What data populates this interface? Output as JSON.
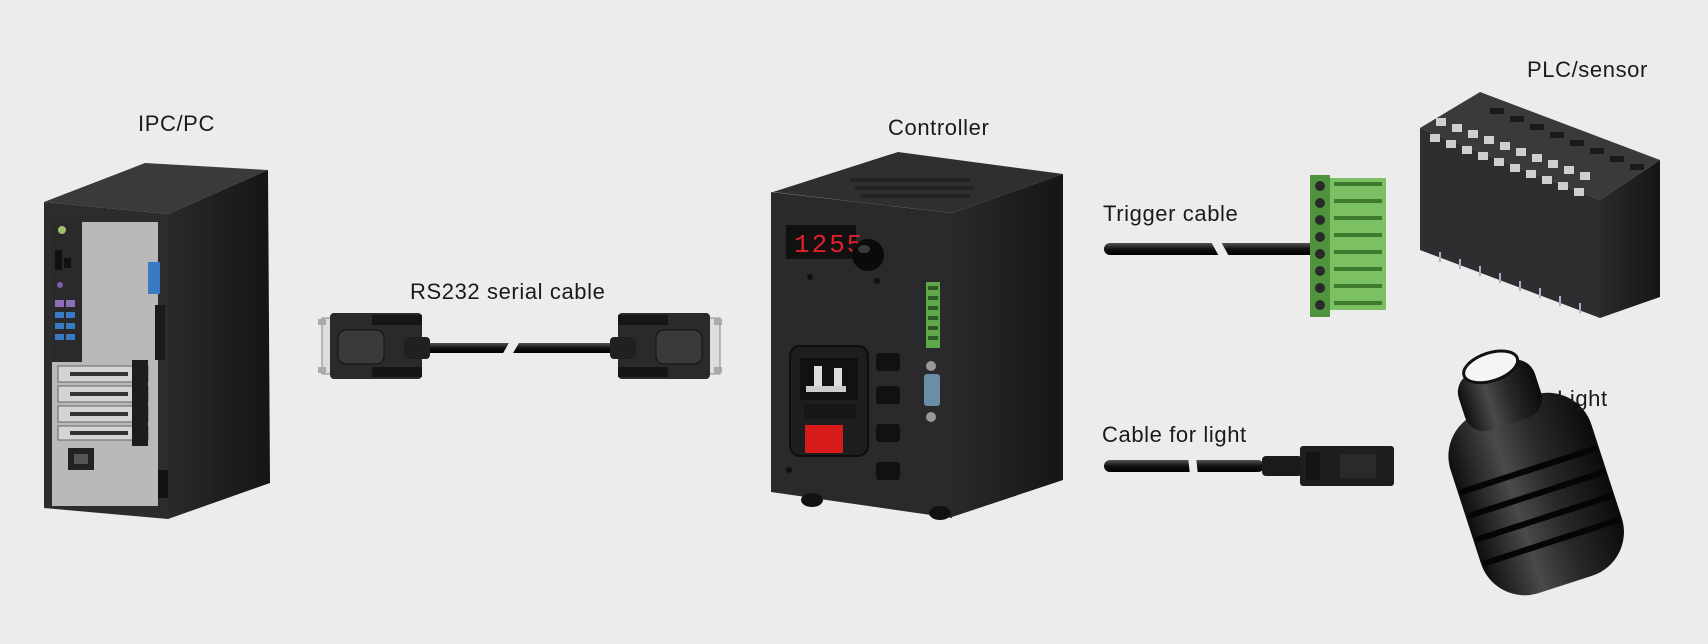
{
  "labels": {
    "ipc": "IPC/PC",
    "rs232": "RS232 serial cable",
    "controller": "Controller",
    "trigger": "Trigger cable",
    "plc": "PLC/sensor",
    "light_cable": "Cable for light",
    "light": "Light"
  },
  "controller": {
    "display": "1255"
  },
  "colors": {
    "background": "#ececec",
    "device_dark": "#2c2c2e",
    "display_red": "#e0202a",
    "terminal_green": "#5fa84a",
    "switch_red": "#d81c1c",
    "pc_panel": "#b9b9b9",
    "port_blue": "#3a7ac4"
  }
}
